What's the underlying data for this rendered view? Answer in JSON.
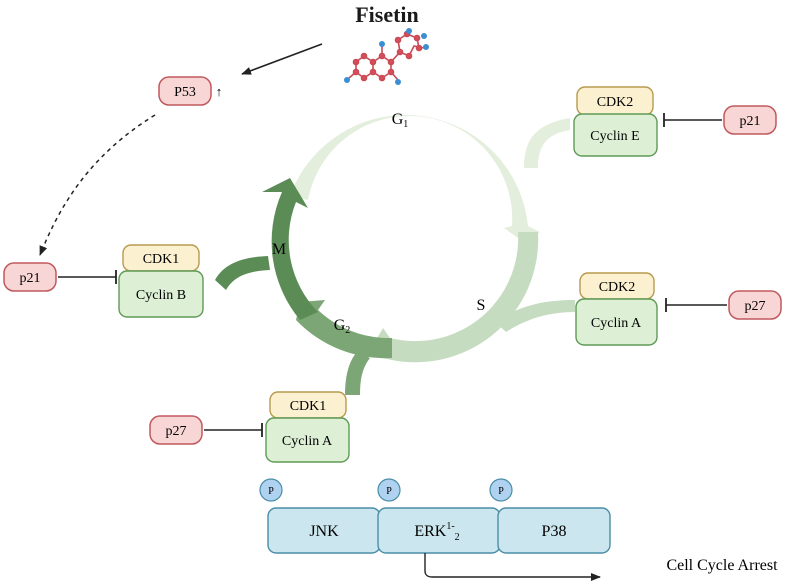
{
  "title": "Fisetin",
  "p53": {
    "label": "P53",
    "arrow": "↑"
  },
  "cycle": {
    "g1": "G",
    "g1_sub": "1",
    "s": "S",
    "g2": "G",
    "g2_sub": "2",
    "m": "M"
  },
  "complexes": {
    "top_right": {
      "kinase": "CDK2",
      "cyclin": "Cyclin E",
      "inhibitor": "p21"
    },
    "mid_right": {
      "kinase": "CDK2",
      "cyclin": "Cyclin A",
      "inhibitor": "p27"
    },
    "left": {
      "kinase": "CDK1",
      "cyclin": "Cyclin B",
      "inhibitor": "p21"
    },
    "bottom": {
      "kinase": "CDK1",
      "cyclin": "Cyclin A",
      "inhibitor": "p27"
    }
  },
  "mapk": {
    "phospho_label": "P",
    "jnk": "JNK",
    "erk": "ERK",
    "erk_sup": "1-",
    "erk_sub": "2",
    "p38": "P38"
  },
  "outcome": "Cell Cycle Arrest",
  "colors": {
    "g1_arc": "#e3eedc",
    "s_arc": "#c6dcc1",
    "g2_arc": "#7da676",
    "m_arc": "#5c8c56",
    "inhibitor_fill": "#f8d6d6",
    "inhibitor_stroke": "#c0595d",
    "kinase_fill": "#fbf0cf",
    "kinase_stroke": "#b89a4e",
    "cyclin_fill": "#ddf0d6",
    "cyclin_stroke": "#5e9a56",
    "mapk_fill": "#cbe6ee",
    "mapk_stroke": "#4a8ea6",
    "phospho_fill": "#aed2ef"
  }
}
